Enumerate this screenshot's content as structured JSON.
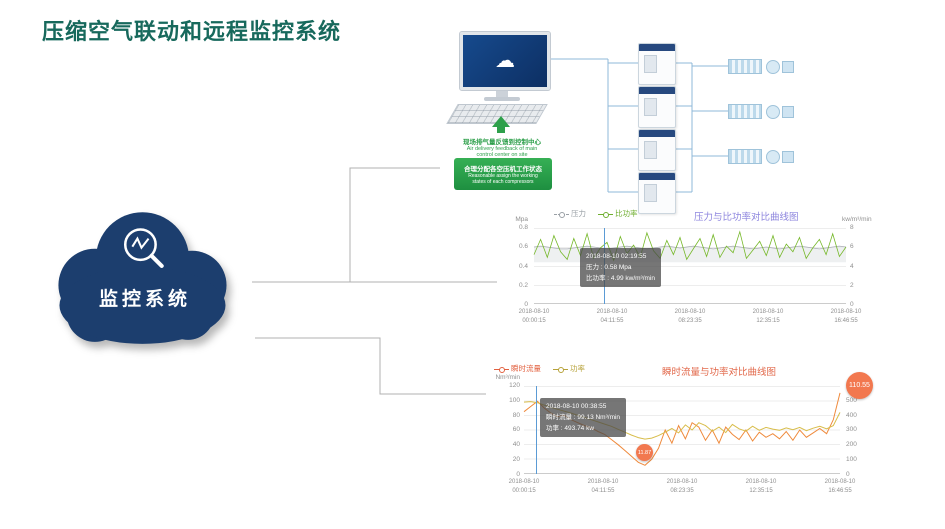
{
  "page": {
    "title": "压缩空气联动和远程监控系统"
  },
  "cloud": {
    "label": "监控系统"
  },
  "diagram": {
    "feedback_cn": "现场排气量反馈到控制中心",
    "feedback_en_1": "Air delivery feedback of main",
    "feedback_en_2": "control center on site",
    "assign_cn": "合理分配各空压机工作状态",
    "assign_en_1": "Reasonable assign the working",
    "assign_en_2": "states of each compressors"
  },
  "colors": {
    "page_title": "#17695c",
    "cloud_fill": "#1c3e6e",
    "green_accent": "#2ea04b",
    "chart1_title": "#8d85de",
    "chart2_title": "#e2684a",
    "badge": "#f2784f",
    "cursor_line": "#5b9bd5"
  },
  "chart_data": [
    {
      "type": "line",
      "title": "压力与比功率对比曲线图",
      "ylabel_left": "Mpa",
      "ylabel_right": "kw/m³/min",
      "ylim_left": [
        0,
        0.8
      ],
      "ylim_right": [
        0,
        8
      ],
      "y_left_ticks": [
        "0.8",
        "0.6",
        "0.4",
        "0.2",
        "0"
      ],
      "y_right_ticks": [
        "8",
        "6",
        "4",
        "2",
        "0"
      ],
      "x_ticks": [
        {
          "date": "2018-08-10",
          "time": "00:00:15"
        },
        {
          "date": "2018-08-10",
          "time": "04:11:55"
        },
        {
          "date": "2018-08-10",
          "time": "08:23:35"
        },
        {
          "date": "2018-08-10",
          "time": "12:35:15"
        },
        {
          "date": "2018-08-10",
          "time": "16:46:55"
        }
      ],
      "legend_position": "top-left",
      "grid": true,
      "series": [
        {
          "name": "压力",
          "color": "#a9adb3",
          "values": [
            0.6,
            0.61,
            0.6,
            0.59,
            0.58,
            0.58,
            0.59,
            0.6,
            0.61,
            0.6,
            0.59,
            0.58,
            0.59,
            0.6,
            0.61,
            0.6,
            0.59,
            0.58,
            0.59,
            0.6,
            0.61,
            0.6,
            0.59,
            0.6,
            0.61,
            0.6,
            0.59,
            0.58,
            0.59,
            0.6,
            0.61,
            0.6,
            0.59,
            0.58,
            0.59,
            0.6,
            0.59,
            0.58,
            0.59,
            0.6,
            0.61,
            0.6,
            0.59,
            0.58,
            0.59,
            0.6,
            0.61,
            0.6
          ]
        },
        {
          "name": "比功率",
          "color": "#76b82a",
          "values": [
            5.2,
            6.8,
            4.9,
            7.2,
            5.5,
            4.7,
            6.9,
            5.1,
            7.4,
            4.8,
            5.9,
            6.5,
            4.6,
            7.1,
            5.3,
            6.2,
            4.9,
            7.5,
            5.6,
            4.8,
            6.7,
            5.2,
            7.0,
            4.7,
            5.8,
            6.9,
            5.0,
            7.3,
            4.9,
            6.1,
            5.4,
            7.6,
            4.8,
            5.7,
            6.6,
            5.1,
            7.2,
            4.9,
            6.3,
            5.5,
            7.0,
            4.8,
            5.9,
            6.8,
            5.2,
            7.4,
            5.0,
            6.0
          ]
        }
      ],
      "tooltip": {
        "line1": "2018-08-10 02:19:55",
        "line2": "压力 : 0.58 Mpa",
        "line3": "比功率 : 4.99 kw/m³/min"
      }
    },
    {
      "type": "line",
      "title": "瞬时流量与功率对比曲线图",
      "ylabel_left": "Nm³/min",
      "ylim_left": [
        0,
        120
      ],
      "ylim_right": [
        0,
        600
      ],
      "y_left_ticks": [
        "120",
        "100",
        "80",
        "60",
        "40",
        "20",
        "0"
      ],
      "y_right_ticks": [
        "600",
        "500",
        "400",
        "300",
        "200",
        "100",
        "0"
      ],
      "x_ticks": [
        {
          "date": "2018-08-10",
          "time": "00:00:15"
        },
        {
          "date": "2018-08-10",
          "time": "04:11:55"
        },
        {
          "date": "2018-08-10",
          "time": "08:23:35"
        },
        {
          "date": "2018-08-10",
          "time": "12:35:15"
        },
        {
          "date": "2018-08-10",
          "time": "16:46:55"
        }
      ],
      "legend_position": "top-left",
      "grid": true,
      "series": [
        {
          "name": "瞬时流量",
          "color": "#ef8a3c",
          "values": [
            85,
            92,
            99.13,
            90,
            83,
            78,
            80,
            74,
            70,
            66,
            63,
            58,
            54,
            47,
            40,
            32,
            24,
            16,
            11.87,
            20,
            35,
            60,
            42,
            66,
            48,
            70,
            64,
            46,
            60,
            42,
            64,
            54,
            47,
            60,
            45,
            57,
            50,
            55,
            48,
            58,
            46,
            60,
            50,
            56,
            62,
            55,
            74,
            110.55
          ]
        },
        {
          "name": "功率",
          "color": "#d8bd4a",
          "values": [
            490,
            493.74,
            486,
            470,
            455,
            441,
            428,
            415,
            400,
            385,
            370,
            355,
            340,
            325,
            305,
            285,
            265,
            248,
            238,
            245,
            262,
            285,
            310,
            280,
            335,
            300,
            350,
            330,
            292,
            320,
            282,
            338,
            308,
            292,
            326,
            298,
            318,
            306,
            298,
            314,
            302,
            318,
            295,
            312,
            325,
            308,
            330,
            420
          ]
        }
      ],
      "tooltip": {
        "line1": "2018-08-10 00:38:55",
        "line2": "瞬时流量 : 99.13 Nm³/min",
        "line3": "功率 : 493.74 kw"
      },
      "badges": {
        "end_value": "110.55",
        "min_value": "11.87"
      }
    }
  ]
}
